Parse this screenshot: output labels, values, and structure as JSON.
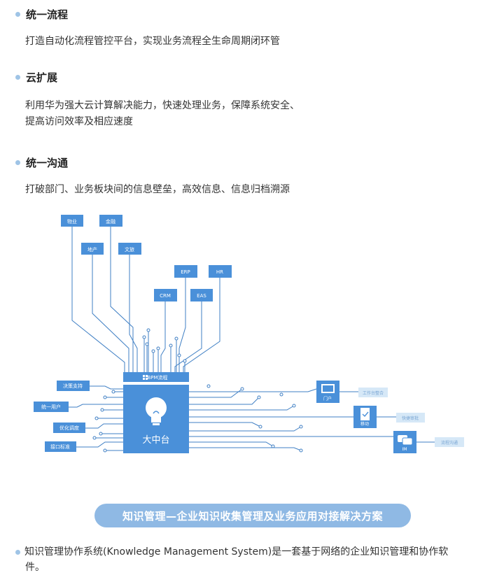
{
  "sections": [
    {
      "title": "统一流程",
      "text": "打造自动化流程管控平台，实现业务流程全生命周期闭环管"
    },
    {
      "title": "云扩展",
      "text_line1": "利用华为强大云计算解决能力，快速处理业务，保障系统安全、",
      "text_line2": "提高访问效率及相应速度"
    },
    {
      "title": "统一沟通",
      "text": "打破部门、业务板块间的信息壁垒，高效信息、信息归档溯源"
    }
  ],
  "diagram": {
    "top_labels": [
      "物业",
      "金融",
      "地产",
      "文旅",
      "ERP",
      "HR",
      "CRM",
      "EAS"
    ],
    "left_labels": [
      "决策支持",
      "统一用户",
      "优化调度",
      "接口标准"
    ],
    "hub_title": "BPM流程",
    "hub_label": "大中台",
    "right_icons": [
      "门户",
      "移动",
      "IM"
    ],
    "right_labels": [
      "工作台整合",
      "快捷审批",
      "流程沟通"
    ],
    "colors": {
      "primary": "#4a90d9",
      "line": "#3f7fc4",
      "light_box": "#d6e8f7"
    }
  },
  "banner": "知识管理—企业知识收集管理及业务应用对接解决方案",
  "bottom": {
    "line1": "知识管理协作系统(Knowledge Management System)是一套基于网络的企业知识管理和协作软",
    "line2": "件。"
  }
}
